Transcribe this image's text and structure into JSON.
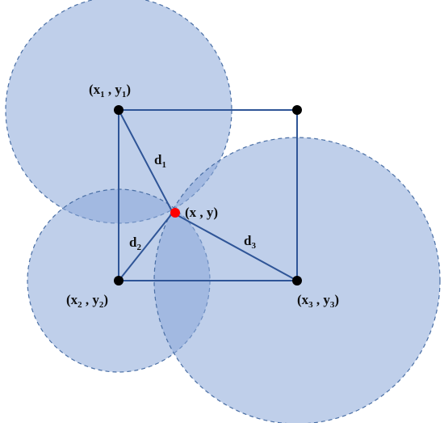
{
  "colors": {
    "circle_fill": "#8aa8d8",
    "circle_stroke": "#4a6fa5",
    "line": "#2f5597",
    "node": "#000000",
    "target": "#ff0000"
  },
  "labels": {
    "p1": {
      "open": "(x",
      "sub1": "1",
      "mid": " , y",
      "sub2": "1",
      "close": ")"
    },
    "p2": {
      "open": "(x",
      "sub1": "2",
      "mid": " , y",
      "sub2": "2",
      "close": ")"
    },
    "p3": {
      "open": "(x",
      "sub1": "3",
      "mid": " , y",
      "sub2": "3",
      "close": ")"
    },
    "target": "(x , y)",
    "d1": {
      "base": "d",
      "sub": "1"
    },
    "d2": {
      "base": "d",
      "sub": "2"
    },
    "d3": {
      "base": "d",
      "sub": "3"
    }
  }
}
